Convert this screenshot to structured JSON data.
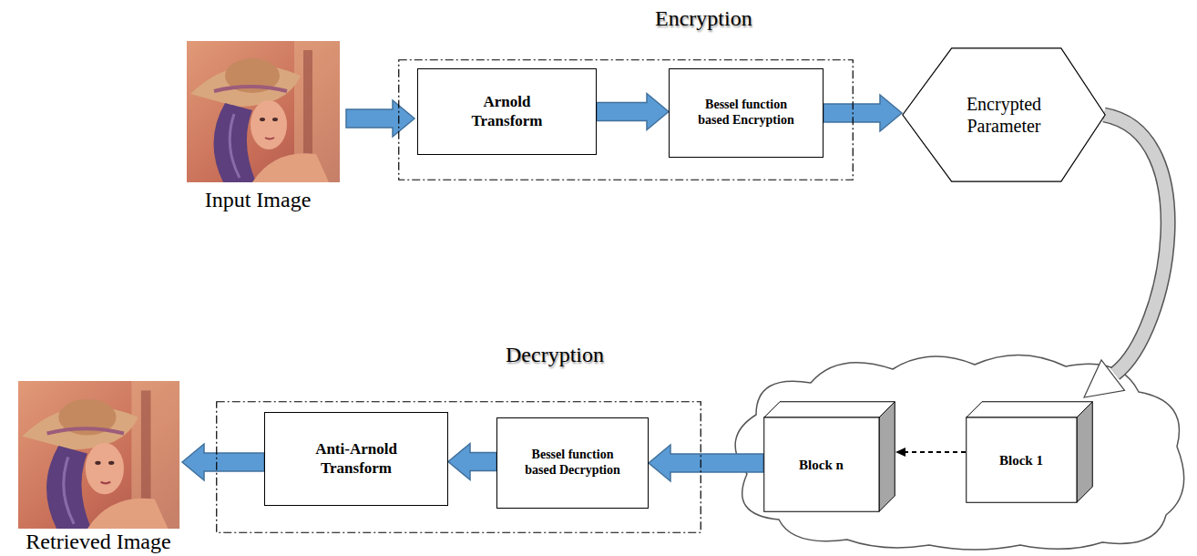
{
  "diagram": {
    "nodes": [
      {
        "text": [
          "Encryption"
        ]
      },
      {
        "text": [
          "Arnold Transform"
        ],
        "in": 0
      },
      {
        "text": [
          "Bessel function based Encryption"
        ],
        "in": 0
      },
      {
        "text": [
          "Encrypted Parameter"
        ]
      },
      {
        "text": [
          "Decryption"
        ]
      },
      {
        "text": [
          "Anti-Arnold Transform"
        ],
        "in": 4
      },
      {
        "text": [
          "Bessel function based Decryption"
        ],
        "in": 4
      },
      {
        "text": [
          "Block n"
        ]
      },
      {
        "text": [
          "Block 1"
        ]
      }
    ],
    "edges": [
      {
        "from": 1,
        "to": 2,
        "arrow": "to"
      },
      {
        "from": 2,
        "to": 3,
        "arrow": "to"
      },
      {
        "from": 3,
        "to": 8,
        "arrow": "to"
      },
      {
        "from": 8,
        "to": 7,
        "arrow": "to"
      },
      {
        "from": 7,
        "to": 6,
        "arrow": "to"
      },
      {
        "from": 6,
        "to": 5,
        "arrow": "to"
      }
    ],
    "labels": [
      "Input Image",
      "Retrieved Image"
    ]
  }
}
